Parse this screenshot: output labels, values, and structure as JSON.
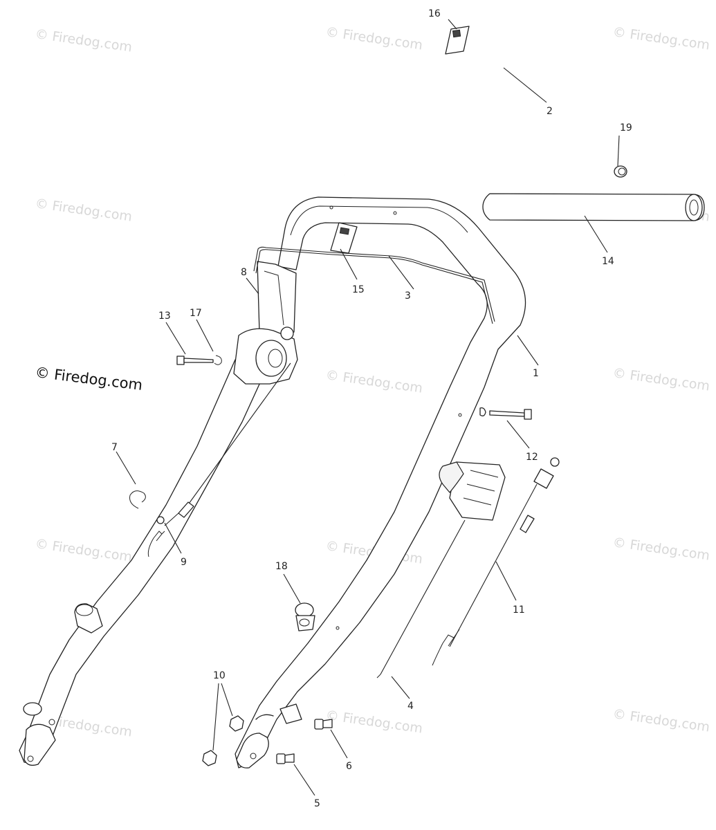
{
  "watermark": {
    "text": "© Firedog.com",
    "main_text": "© Firedog.com"
  },
  "callouts": {
    "c1": "1",
    "c2": "2",
    "c3": "3",
    "c4": "4",
    "c5": "5",
    "c6": "6",
    "c7": "7",
    "c8": "8",
    "c9": "9",
    "c10": "10",
    "c11": "11",
    "c12": "12",
    "c13": "13",
    "c14": "14",
    "c15": "15",
    "c16": "16",
    "c17": "17",
    "c18": "18",
    "c19": "19"
  }
}
